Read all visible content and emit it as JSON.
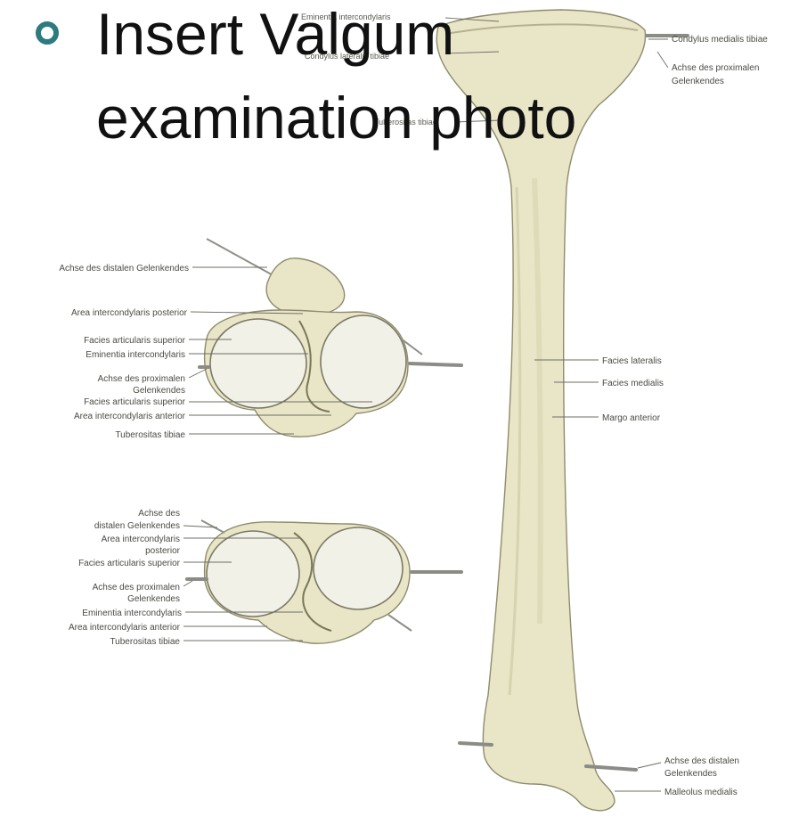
{
  "slide": {
    "bullet_text_line1": "Insert Valgum",
    "bullet_text_line2": "examination photo",
    "bullet_color": "#2d7a7f",
    "bullet_icon": "hollow-circle-bullet-icon"
  },
  "figure": {
    "tibia_labels": {
      "eminentia_top": "Eminentia intercondylaris",
      "condylus_lateralis": "Condylus lateralis tibiae",
      "tuberositas": "Tuberositas tibiae",
      "condylus_medialis": "Condylus medialis tibiae",
      "achse_proximal_1": "Achse des proximalen",
      "achse_proximal_2": "Gelenkendes",
      "facies_lateralis": "Facies lateralis",
      "facies_medialis": "Facies medialis",
      "margo_anterior": "Margo anterior",
      "achse_distal_1": "Achse des distalen",
      "achse_distal_2": "Gelenkendes",
      "malleolus": "Malleolus medialis"
    },
    "upper_view_labels": {
      "achse_distal": "Achse des distalen Gelenkendes",
      "area_post": "Area intercondylaris posterior",
      "facies_sup_1": "Facies articularis superior",
      "eminentia": "Eminentia intercondylaris",
      "achse_prox_1": "Achse des proximalen",
      "achse_prox_2": "Gelenkendes",
      "facies_sup_2": "Facies articularis superior",
      "area_ant": "Area intercondylaris anterior",
      "tuberositas": "Tuberositas tibiae"
    },
    "lower_view_labels": {
      "achse_distal_1": "Achse des",
      "achse_distal_2": "distalen Gelenkendes",
      "area_post_1": "Area intercondylaris",
      "area_post_2": "posterior",
      "facies_sup": "Facies articularis superior",
      "achse_prox_1": "Achse des proximalen",
      "achse_prox_2": "Gelenkendes",
      "eminentia": "Eminentia intercondylaris",
      "area_ant": "Area intercondylaris anterior",
      "tuberositas": "Tuberositas tibiae"
    },
    "colors": {
      "bone_fill": "#e9e6c8",
      "bone_shadow": "#cfcaa4",
      "label_text": "#4a4a44"
    }
  }
}
